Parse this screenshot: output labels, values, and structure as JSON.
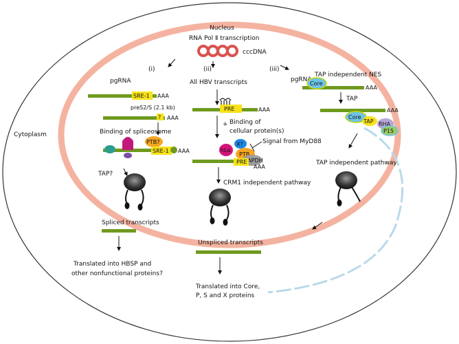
{
  "nucleus": {
    "title": "Nucleus",
    "transcription": "RNA Pol Ⅱ transcription",
    "cccdna": "cccDNA"
  },
  "cytoplasm_label": "Cytoplasm",
  "pathway_i": {
    "roman": "(i)",
    "pgrna": "pgRNA",
    "sre": "SRE-1",
    "aaa": "AAA",
    "pres2s": "preS2/S (2.1 kb)",
    "question": "?",
    "aaa2": "AAA",
    "spliceosome": "Binding of spliceosome",
    "ptb": "PTB?",
    "sre2": "SRE-1",
    "aaa3": "AAA",
    "tap": "TAP?",
    "spliced": "Spliced transcripts",
    "translated": "Translated into HBSP and",
    "translated2": "other nonfunctional proteins?"
  },
  "pathway_ii": {
    "roman": "(ii)",
    "all": "All HBV transcripts",
    "pre": "PRE",
    "aaa": "AAA",
    "plus": "+",
    "binding1": "Binding of",
    "binding2": "cellular protein(s)",
    "signal": "Signal from MyD88",
    "hla": "hLa",
    "x": "X?",
    "ptb": "PTB",
    "gapdh": "GAPDH",
    "pre2": "PRE",
    "aaa2": "AAA",
    "crm1": "CRM1 independent pathway",
    "unspliced": "Unspliced transcripts",
    "translated": "Translated into Core,",
    "translated2": "P, S and X proteins"
  },
  "pathway_iii": {
    "roman": "(iii)",
    "pgrna": "pgRNA",
    "nes": "TAP independent NES",
    "core": "Core",
    "aaa": "AAA",
    "tap_label": "TAP",
    "aaa2": "AAA",
    "core2": "Core",
    "tap": "TAP",
    "rha": "RHA",
    "p15": "P15",
    "tap_pathway": "TAP independent pathway"
  },
  "colors": {
    "nucleus_ring": "#f4b3a0",
    "rna": "#6f9a1f",
    "element_yellow": "#f7e21a",
    "ptb_orange": "#f5a623",
    "core_blue": "#6ec4e8",
    "hla_pink": "#d4147a",
    "dashed_line": "#b9d9ea"
  }
}
